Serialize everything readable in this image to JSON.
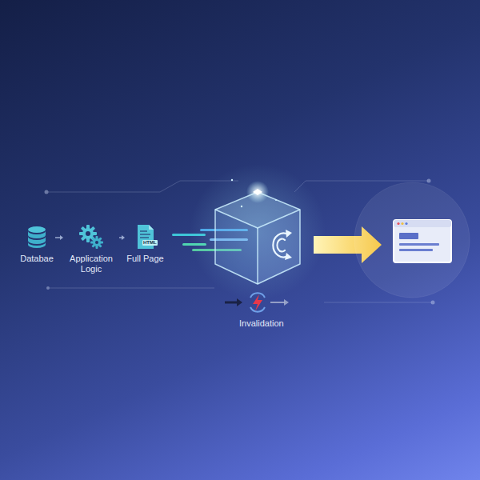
{
  "diagram": {
    "nodes": [
      {
        "text": [
          "Databae"
        ]
      },
      {
        "text": [
          "Application Logic"
        ]
      },
      {
        "text": [
          "Full Page",
          "HTML"
        ]
      }
    ],
    "edges": [
      {
        "from": 0,
        "to": 1,
        "arrow": "to"
      },
      {
        "from": 1,
        "to": 2,
        "arrow": "to"
      }
    ],
    "labels": [
      "Invalidation"
    ]
  }
}
